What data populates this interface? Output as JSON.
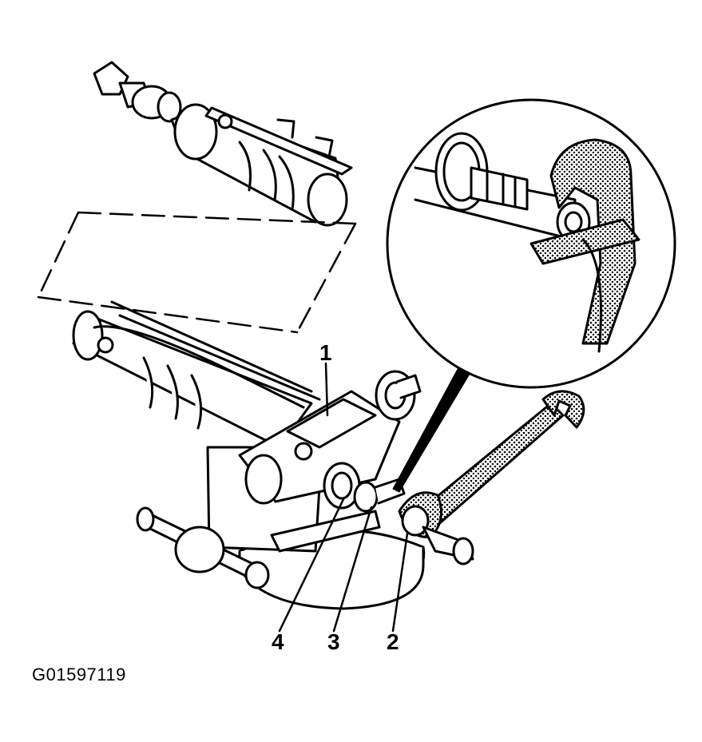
{
  "callouts": {
    "c1": "1",
    "c2": "2",
    "c3": "3",
    "c4": "4"
  },
  "figure_id": "G01597119",
  "colors": {
    "ink": "#000000",
    "paper": "#ffffff",
    "shade": "#8a8a8a"
  }
}
